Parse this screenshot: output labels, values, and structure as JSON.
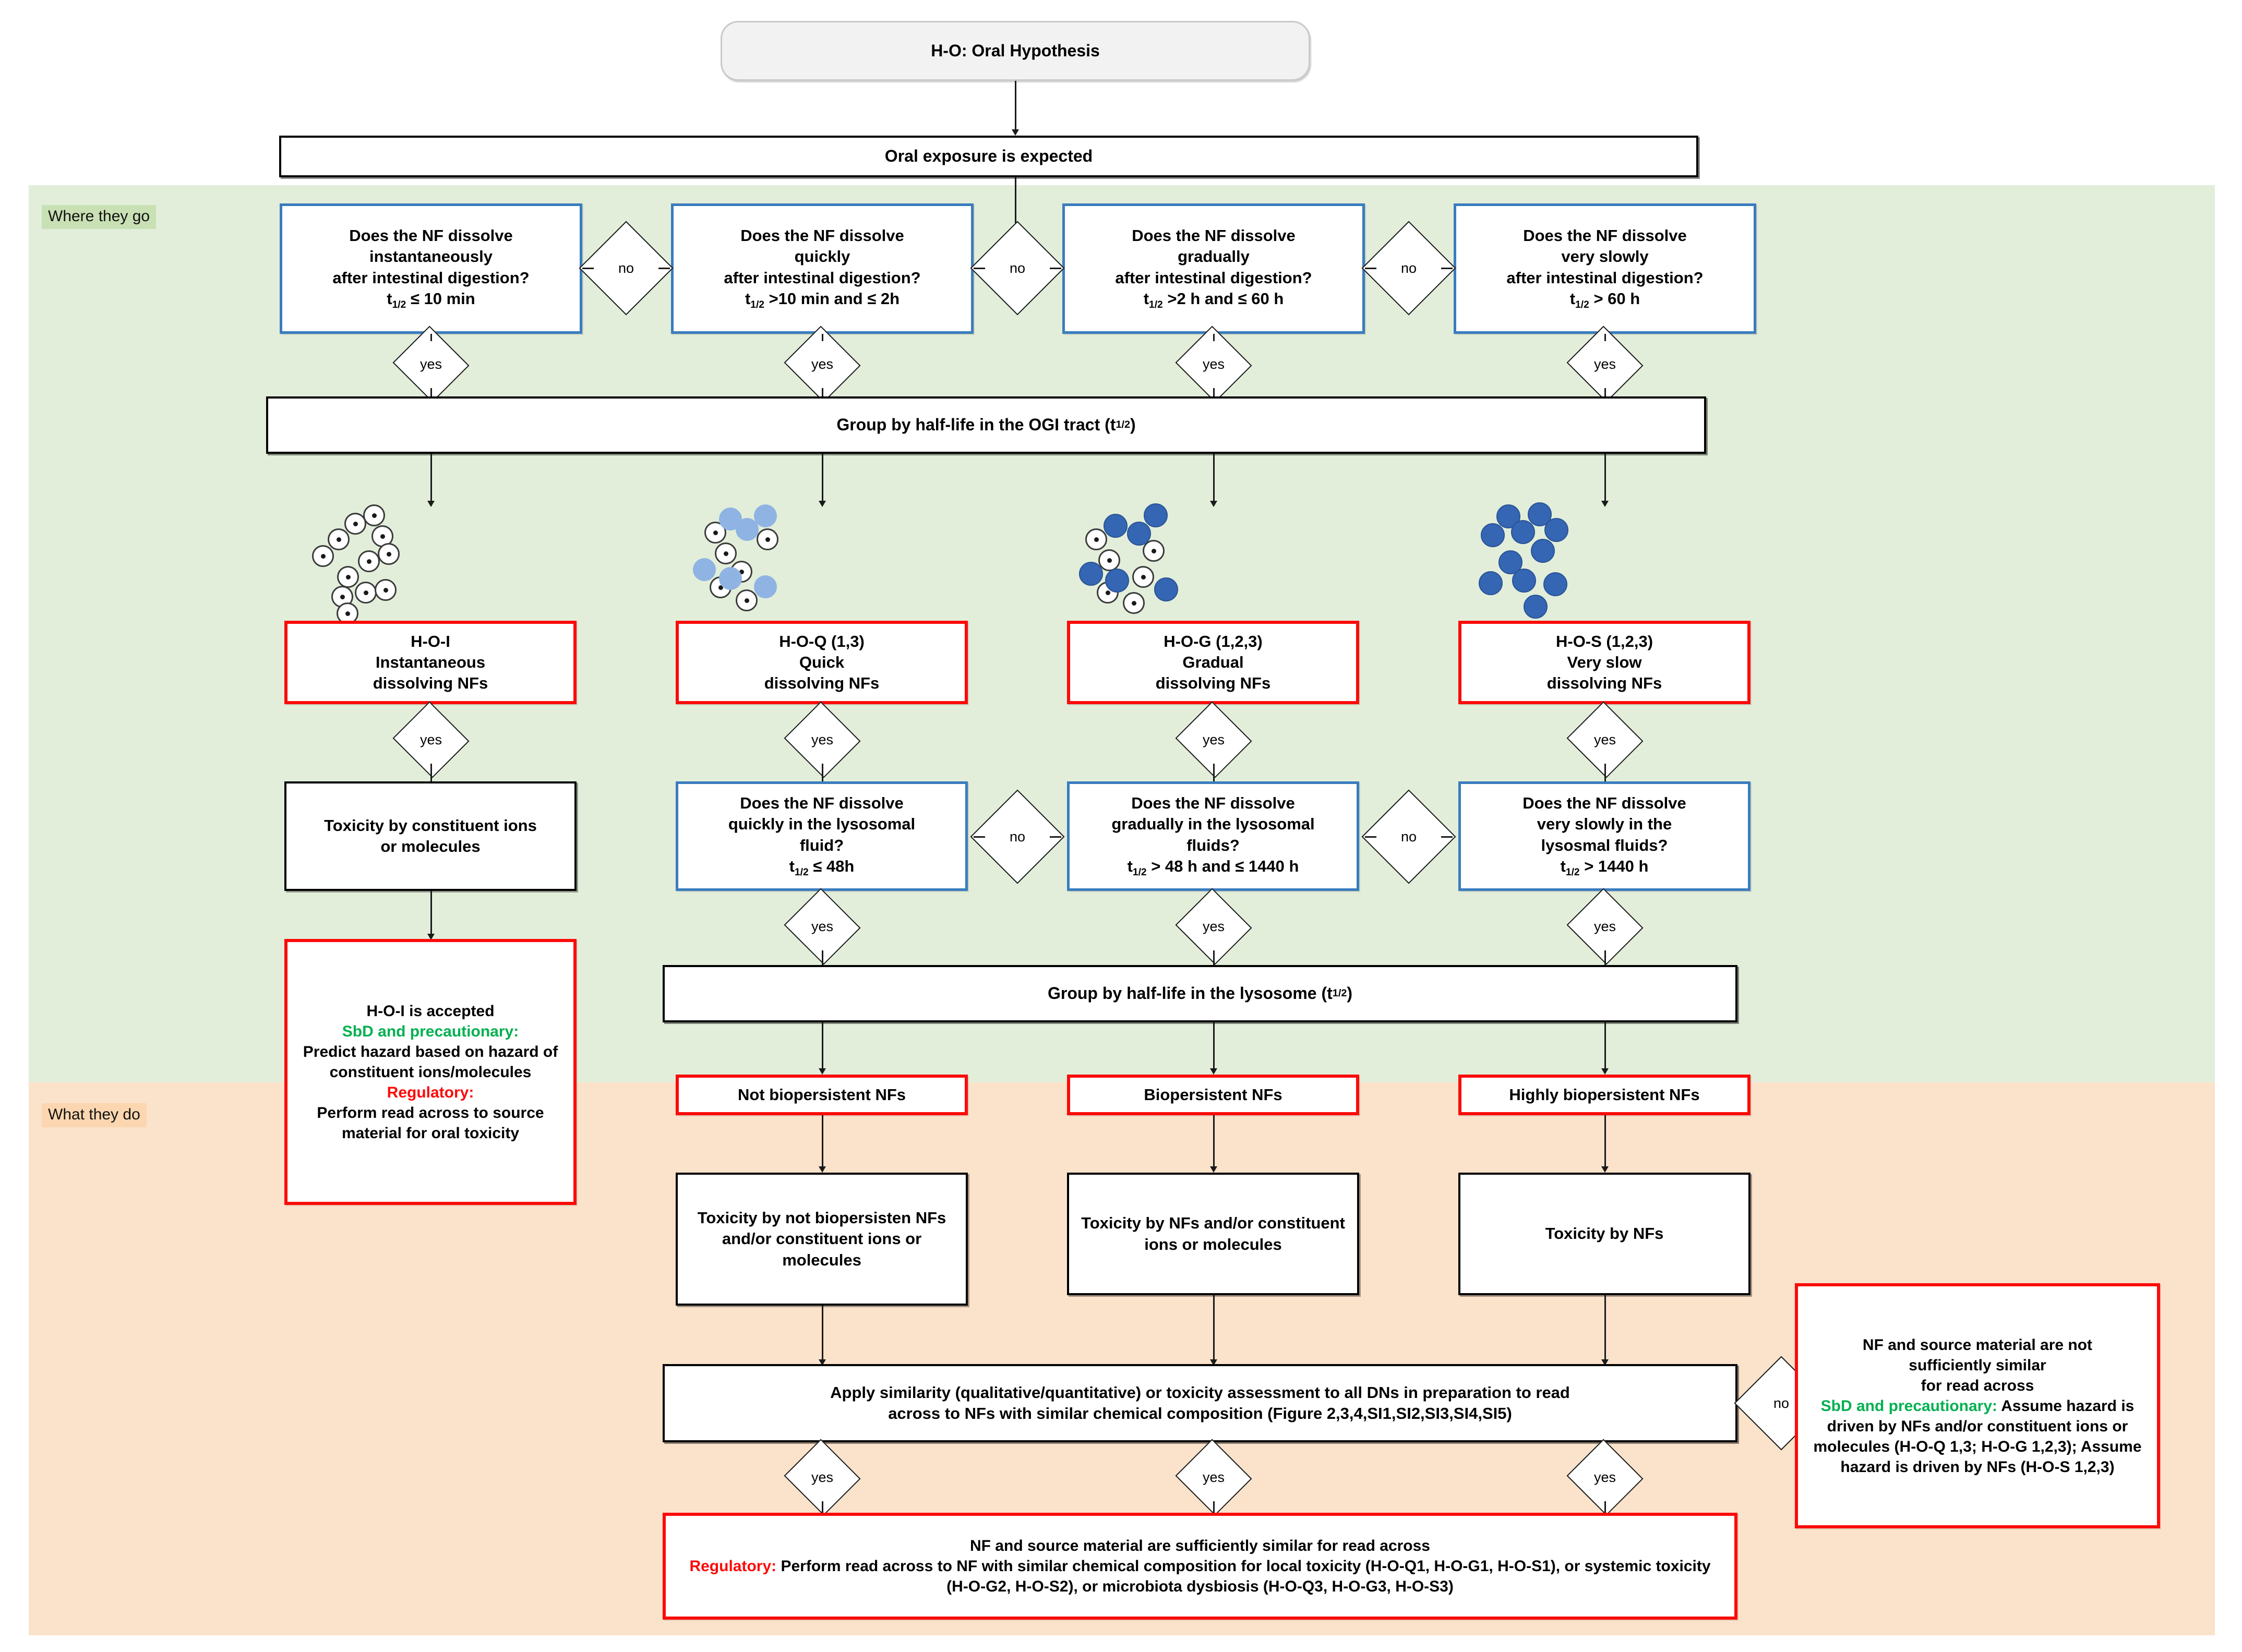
{
  "bands": {
    "where_they_go": "Where they go",
    "what_they_do": "What they do"
  },
  "colors": {
    "band_green": "#e2eeda",
    "band_orange": "#fbe2ca",
    "tag_green": "#c9e0b4",
    "tag_orange": "#fcd6b0",
    "decision_border_blue": "#3a7cbe",
    "hypothesis_border_red": "#fb0b09",
    "sbd_text_green": "#00b050",
    "regulatory_text_red": "#fb0b09",
    "particle_light_blue": "#8fb4e3",
    "particle_dark_blue": "#3466b4"
  },
  "top": {
    "hypothesis": "H-O: Oral Hypothesis",
    "exposure_bar": "Oral exposure is expected"
  },
  "gi_questions": [
    {
      "l1": "Does the NF dissolve",
      "l2": "instantaneously",
      "l3": "after intestinal  digestion?",
      "t_prefix": "t",
      "t_sub": "1/2",
      "t_value": " ≤ 10 min"
    },
    {
      "l1": "Does the NF dissolve",
      "l2": "quickly",
      "l3": "after intestinal digestion?",
      "t_prefix": "t",
      "t_sub": "1/2",
      "t_value": " >10 min and  ≤ 2h"
    },
    {
      "l1": "Does the NF dissolve",
      "l2": "gradually",
      "l3": "after intestinal digestion?",
      "t_prefix": "t",
      "t_sub": "1/2",
      "t_value": " >2 h and  ≤ 60 h"
    },
    {
      "l1": "Does the NF dissolve",
      "l2": "very slowly",
      "l3": "after intestinal digestion?",
      "t_prefix": "t",
      "t_sub": "1/2",
      "t_value": " > 60 h"
    }
  ],
  "labels": {
    "no": "no",
    "yes": "yes"
  },
  "group_gi_bar": {
    "text": "Group by half-life in the OGI tract (t",
    "sub": "1/2",
    "tail": ")"
  },
  "hypothesis_boxes": [
    {
      "code": "H-O-I",
      "l2": "Instantaneous",
      "l3": "dissolving NFs"
    },
    {
      "code": "H-O-Q (1,3)",
      "l2": "Quick",
      "l3": "dissolving NFs"
    },
    {
      "code": "H-O-G (1,2,3)",
      "l2": "Gradual",
      "l3": "dissolving NFs"
    },
    {
      "code": "H-O-S (1,2,3)",
      "l2": "Very slow",
      "l3": "dissolving NFs"
    }
  ],
  "toxicity_ions_box": {
    "l1": "Toxicity by constituent ions",
    "l2": "or molecules"
  },
  "lysosomal_questions": [
    {
      "l1": "Does the NF dissolve",
      "l2": "quickly in the lysosomal",
      "l3": "fluid?",
      "t_prefix": "t",
      "t_sub": "1/2",
      "t_value": " ≤ 48h"
    },
    {
      "l1": "Does the NF dissolve",
      "l2": "gradually in the lysosomal",
      "l3": "fluids?",
      "t_prefix": "t",
      "t_sub": "1/2",
      "t_value": " > 48 h and  ≤ 1440 h"
    },
    {
      "l1": "Does the NF dissolve",
      "l2": "very slowly in the",
      "l3": "lysosmal fluids?",
      "t_prefix": "t",
      "t_sub": "1/2",
      "t_value": " > 1440 h"
    }
  ],
  "hoi_accepted": {
    "line1": "H-O-I is accepted",
    "sbd_label": "SbD and precautionary:",
    "sbd_body": "Predict hazard based on hazard of constituent ions/molecules",
    "reg_label": "Regulatory:",
    "reg_body": "Perform read across to source material for oral toxicity"
  },
  "group_lyso_bar": {
    "text": "Group by half-life in the lysosome (t",
    "sub": "1/2",
    "tail": ")"
  },
  "biopersistence_boxes": [
    "Not biopersistent NFs",
    "Biopersistent NFs",
    "Highly biopersistent NFs"
  ],
  "toxicity_boxes": [
    "Toxicity by not biopersisten NFs and/or constituent ions or molecules",
    "Toxicity by NFs and/or constituent ions or molecules",
    "Toxicity by NFs"
  ],
  "similarity_bar": {
    "line1": "Apply similarity (qualitative/quantitative) or toxicity assessment to all DNs in preparation to read",
    "line2": "across to NFs with similar chemical composition (Figure 2,3,4,SI1,SI2,SI3,SI4,SI5)"
  },
  "not_similar_box": {
    "line1": "NF and source material are not",
    "line2": "sufficiently similar",
    "line3": "for read across",
    "sbd_label": "SbD and precautionary:",
    "sbd_body": " Assume hazard is driven by NFs and/or constituent ions or molecules (H-O-Q 1,3;  H-O-G 1,2,3); Assume hazard is driven by NFs (H-O-S 1,2,3)"
  },
  "similar_box": {
    "line1": "NF and source material are sufficiently similar for read across",
    "reg_label": "Regulatory:",
    "reg_body": " Perform read across to NF with similar chemical composition for local toxicity (H-O-Q1, H-O-G1, H-O-S1), or systemic toxicity  (H-O-G2, H-O-S2), or microbiota dysbiosis (H-O-Q3, H-O-G3, H-O-S3)"
  }
}
